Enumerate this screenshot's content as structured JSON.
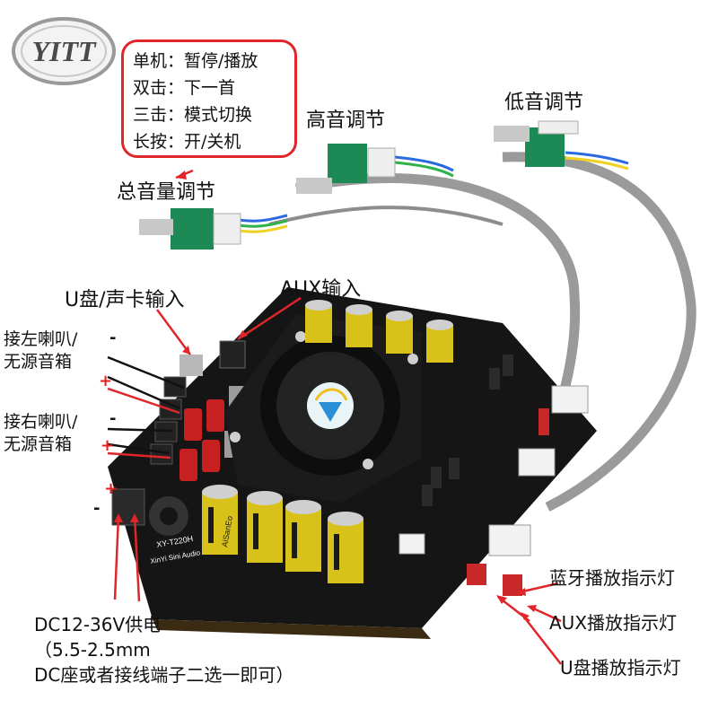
{
  "logo": {
    "text": "YITT"
  },
  "callout": {
    "lines": [
      "单机：暂停/播放",
      "双击：下一首",
      "三击：模式切换",
      "长按：开/关机"
    ],
    "border_color": "#e0262b"
  },
  "labels": {
    "total_volume": "总音量调节",
    "treble": "高音调节",
    "bass": "低音调节",
    "usb_soundcard": "U盘/声卡输入",
    "aux_input": "AUX输入",
    "left_speaker_l1": "接左喇叭/",
    "left_speaker_l2": "无源音箱",
    "right_speaker_l1": "接右喇叭/",
    "right_speaker_l2": "无源音箱",
    "plus": "+",
    "minus": "-",
    "bt_led": "蓝牙播放指示灯",
    "aux_led": "AUX播放指示灯",
    "usb_led": "U盘播放指示灯",
    "dc_l1": "DC12-36V供电",
    "dc_l2": "（5.5-2.5mm",
    "dc_l3": "DC座或者接线端子二选一即可）"
  },
  "board": {
    "model": "XY-T220H",
    "brand": "XinYi Sini Audio",
    "cap_text": "AiSanEo"
  },
  "colors": {
    "accent_red": "#e0262b",
    "board_black": "#151515",
    "capacitor_gold": "#d8c21a",
    "cable_gray": "#9a9a9a",
    "fan_black": "#1b1b1b"
  }
}
